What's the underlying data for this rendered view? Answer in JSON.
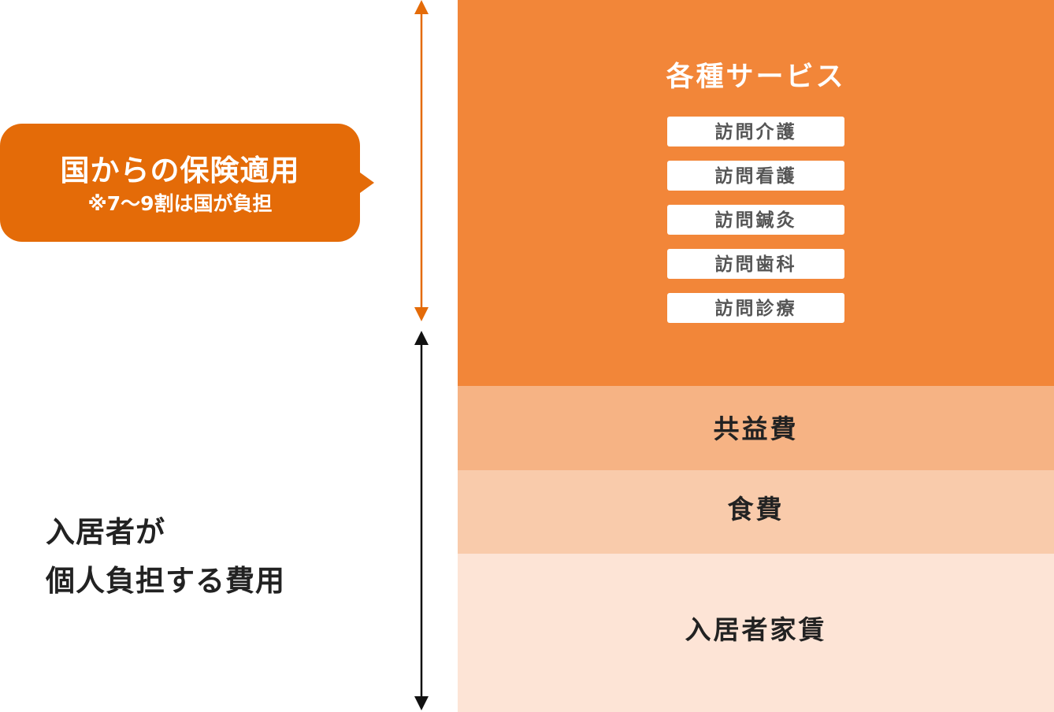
{
  "insurance_callout": {
    "title": "国からの保険適用",
    "note": "※7～9割は国が負担"
  },
  "personal_cost_label": {
    "line1": "入居者が",
    "line2": "個人負担する費用"
  },
  "services": {
    "title": "各種サービス",
    "items": [
      "訪問介護",
      "訪問看護",
      "訪問鍼灸",
      "訪問歯科",
      "訪問診療"
    ]
  },
  "common_fee": "共益費",
  "food_fee": "食費",
  "rent": "入居者家賃",
  "colors": {
    "callout": "#e46b08",
    "services_block": "#f28639",
    "common_fee_block": "#f6b384",
    "food_fee_block": "#f9cbab",
    "rent_block": "#fde4d6",
    "insurance_arrow": "#e46b08",
    "personal_arrow": "#111111"
  }
}
